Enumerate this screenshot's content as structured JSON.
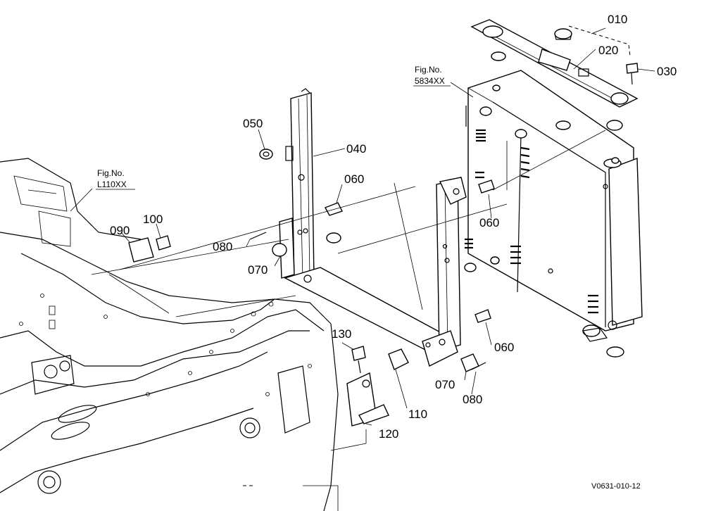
{
  "callouts": {
    "c010": "010",
    "c020": "020",
    "c030": "030",
    "c040": "040",
    "c050": "050",
    "c060a": "060",
    "c060b": "060",
    "c060c": "060",
    "c070a": "070",
    "c070b": "070",
    "c080a": "080",
    "c080b": "080",
    "c090": "090",
    "c100": "100",
    "c110": "110",
    "c120": "120",
    "c130": "130"
  },
  "fig_refs": {
    "radiator": {
      "label": "Fig.No.",
      "number": "5834XX"
    },
    "frame": {
      "label": "Fig.No.",
      "number": "L110XX"
    }
  },
  "drawing_code": "V0631-010-12"
}
